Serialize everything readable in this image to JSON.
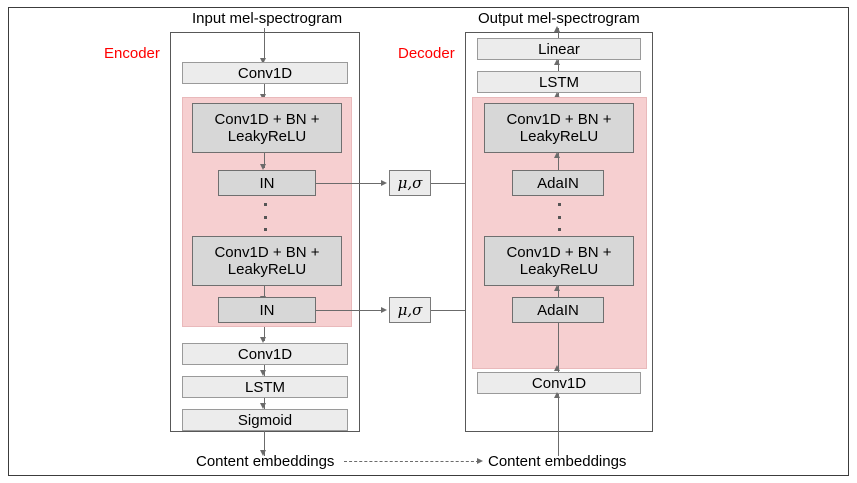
{
  "figure": {
    "top_labels": {
      "input": "Input mel-spectrogram",
      "output": "Output mel-spectrogram"
    },
    "bottom_labels": {
      "left": "Content embeddings",
      "right": "Content embeddings"
    },
    "section_labels": {
      "encoder": "Encoder",
      "decoder": "Decoder"
    },
    "colors": {
      "pink_region": "#F6CFD0",
      "node_fill": "#ECECEC",
      "node_fill_strong": "#D7D7D7",
      "section_label": "#FF0000",
      "line": "#6B6B6B"
    }
  },
  "encoder": {
    "nodes": {
      "conv1d_in": "Conv1D",
      "conv_bn_relu_top": "Conv1D + BN +\nLeakyReLU",
      "in_top": "IN",
      "conv_bn_relu_bottom": "Conv1D + BN +\nLeakyReLU",
      "in_bottom": "IN",
      "conv1d_out": "Conv1D",
      "lstm": "LSTM",
      "sigmoid": "Sigmoid"
    }
  },
  "decoder": {
    "nodes": {
      "linear": "Linear",
      "lstm": "LSTM",
      "conv_bn_relu_top": "Conv1D + BN +\nLeakyReLU",
      "adain_top": "AdaIN",
      "conv_bn_relu_bottom": "Conv1D + BN +\nLeakyReLU",
      "adain_bottom": "AdaIN",
      "conv1d_in": "Conv1D"
    }
  },
  "stats_boxes": {
    "top": "μ,σ",
    "bottom": "μ,σ"
  }
}
